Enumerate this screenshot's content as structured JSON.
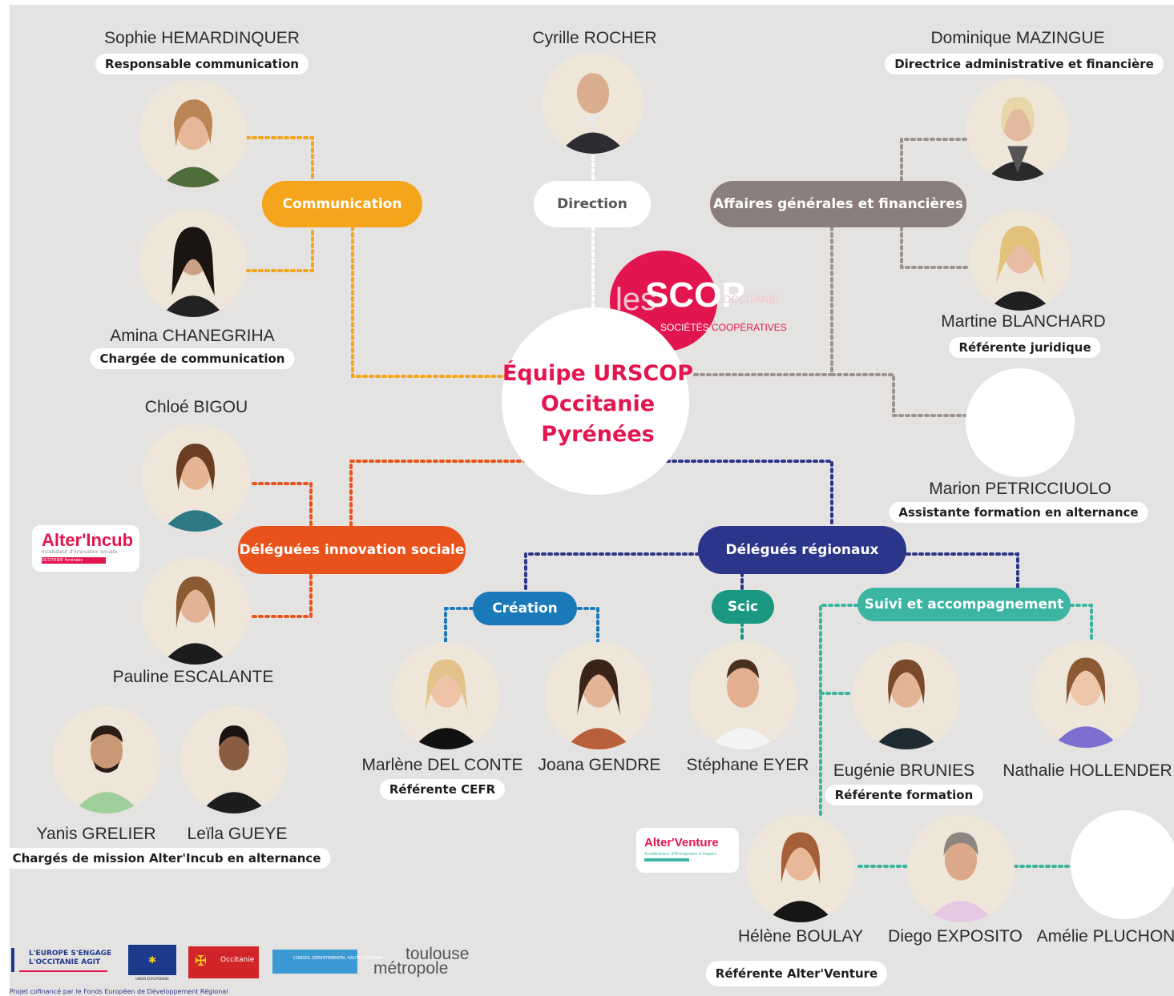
{
  "center": {
    "lines": [
      "Équipe URSCOP",
      "Occitanie",
      "Pyrénées"
    ]
  },
  "logo": {
    "les": "les",
    "scop": "SCOP",
    "region": "OCCITANIE",
    "societes": "SOCIÉTÉS",
    "cooperatives": "COOPÉRATIVES"
  },
  "groups": {
    "communication": "Communication",
    "direction": "Direction",
    "affaires": "Affaires générales et financières",
    "innovation": "Déléguées innovation sociale",
    "delegues": "Délégués régionaux",
    "creation": "Création",
    "scic": "Scic",
    "suivi": "Suivi et accompagnement"
  },
  "people": {
    "sophie": {
      "name": "Sophie HEMARDINQUER",
      "role": "Responsable communication"
    },
    "amina": {
      "name": "Amina CHANEGRIHA",
      "role": "Chargée de  communication"
    },
    "cyrille": {
      "name": "Cyrille ROCHER"
    },
    "dominique": {
      "name": "Dominique MAZINGUE",
      "role": "Directrice administrative et financière"
    },
    "martine": {
      "name": "Martine BLANCHARD",
      "role": "Référente juridique"
    },
    "marion": {
      "name": "Marion PETRICCIUOLO",
      "role": "Assistante formation en alternance"
    },
    "chloe": {
      "name": "Chloé BIGOU"
    },
    "pauline": {
      "name": "Pauline ESCALANTE"
    },
    "yanis": {
      "name": "Yanis GRELIER"
    },
    "leila": {
      "name": "Leïla GUEYE"
    },
    "duo_role": "Chargés de mission Alter'Incub en alternance",
    "marlene": {
      "name": "Marlène DEL CONTE",
      "role": "Référente CEFR"
    },
    "joana": {
      "name": "Joana GENDRE"
    },
    "stephane": {
      "name": "Stéphane EYER"
    },
    "eugenie": {
      "name": "Eugénie BRUNIES",
      "role": "Référente formation"
    },
    "nathalie": {
      "name": "Nathalie HOLLENDER"
    },
    "helene": {
      "name": "Hélène BOULAY",
      "role": "Référente Alter'Venture"
    },
    "diego": {
      "name": "Diego EXPOSITO"
    },
    "amelie": {
      "name": "Amélie PLUCHON"
    }
  },
  "badges": {
    "alterincub": {
      "brand": "Alter'Incub",
      "tagline": "Incubateur d'innovation sociale",
      "sub": "OCCITANIE Pyrénées"
    },
    "alterventure": {
      "brand": "Alter'Venture",
      "tagline": "Accélérateur d'Entreprises à Impact"
    }
  },
  "footer": {
    "europe_line1": "L'EUROPE S'ENGAGE",
    "europe_line2": "L'OCCITANIE AGIT",
    "eu_caption": "UNION EUROPÉENNE",
    "region": "Occitanie",
    "departement": "CONSEIL DÉPARTEMENTAL HAUTE-GARONNE",
    "toulouse1": "toulouse",
    "toulouse2": "métropole",
    "cofinance": "Projet cofinancé par le Fonds Européen de Développement Régional"
  },
  "colors": {
    "communication": "#f4a51c",
    "direction": "#ffffff",
    "affaires": "#8c7e7c",
    "innovation": "#e8531b",
    "delegues": "#2b3589",
    "creation": "#1a79b8",
    "scic": "#1a9882",
    "suivi": "#3cb5a3",
    "brand": "#e3154e"
  }
}
